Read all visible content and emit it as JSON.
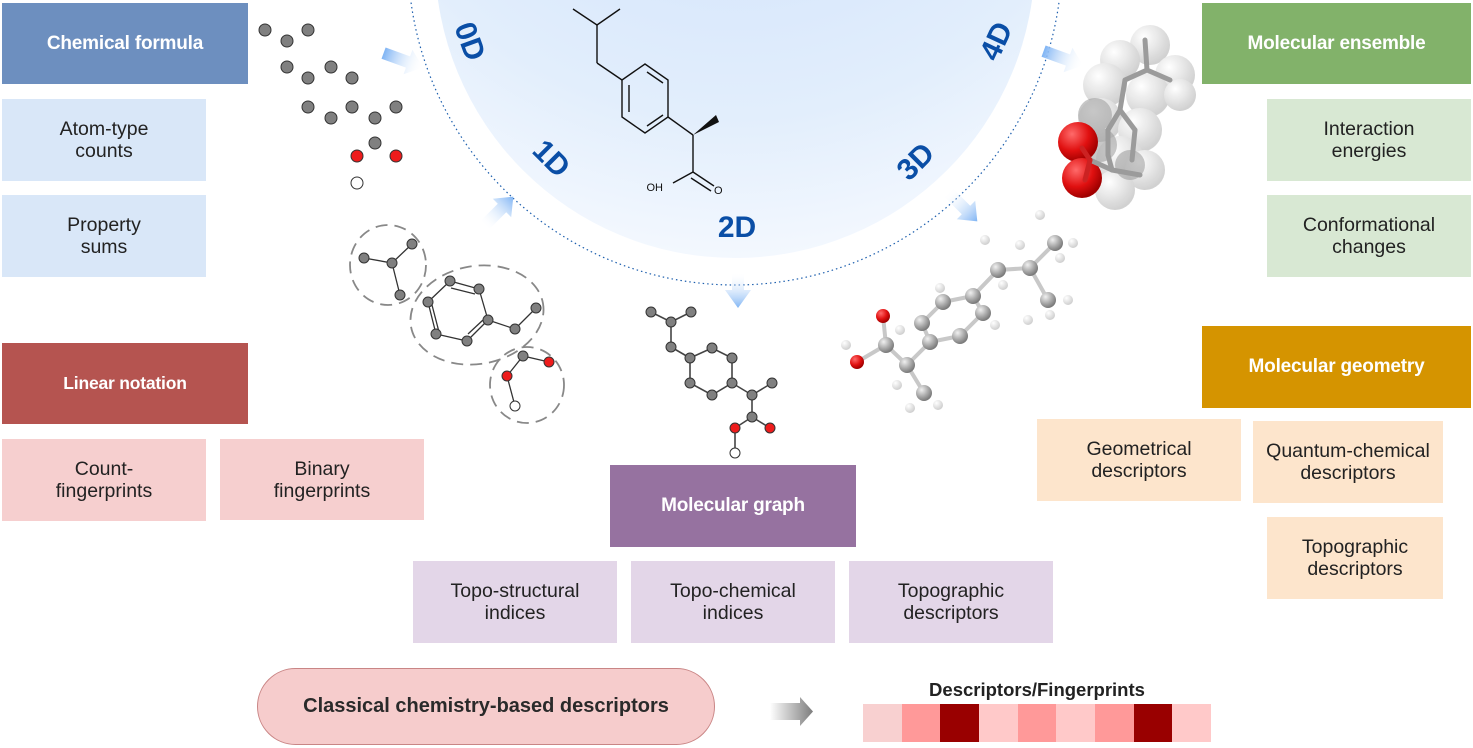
{
  "center": {
    "dimension_labels": [
      "0D",
      "1D",
      "2D",
      "3D",
      "4D"
    ],
    "skeletal_formula": {
      "oh_label": "OH",
      "o_label": "O"
    }
  },
  "colors": {
    "center_gradient_top": "#cfe2fb",
    "center_gradient_bottom": "#f4f8fe",
    "dimension_label": "#0a4ea6",
    "atom_carbon": "#808080",
    "atom_oxygen": "#ee1c1c",
    "atom_hydrogen": "#ffffff"
  },
  "categories": {
    "chemical_formula": {
      "title": "Chemical formula",
      "color": "#6d8fbf",
      "sub_color": "#d9e7f8",
      "items": [
        "Atom-type\ncounts",
        "Property\nsums"
      ]
    },
    "linear_notation": {
      "title": "Linear notation",
      "color": "#b55450",
      "sub_color": "#f6cfcf",
      "items": [
        "Count-\nfingerprints",
        "Binary\nfingerprints"
      ]
    },
    "molecular_graph": {
      "title": "Molecular graph",
      "color": "#9672a0",
      "sub_color": "#e3d6e8",
      "items": [
        "Topo-structural\nindices",
        "Topo-chemical\nindices",
        "Topographic\ndescriptors"
      ]
    },
    "molecular_geometry": {
      "title": "Molecular geometry",
      "color": "#d59400",
      "sub_color": "#fde5cc",
      "items": [
        "Geometrical\ndescriptors",
        "Quantum-chemical\ndescriptors",
        "Topographic\ndescriptors"
      ]
    },
    "molecular_ensemble": {
      "title": "Molecular ensemble",
      "color": "#82b26a",
      "sub_color": "#d8e8d3",
      "items": [
        "Interaction\nenergies",
        "Conformational\nchanges"
      ]
    }
  },
  "footer": {
    "pill_label": "Classical chemistry-based descriptors",
    "arrow_icon": "right-arrow-icon",
    "fingerprint_title": "Descriptors/Fingerprints",
    "fingerprint_cells": [
      "#f8d0d0",
      "#ff9999",
      "#990000",
      "#ffc9c9",
      "#ff9999",
      "#ffc9c9",
      "#ff9999",
      "#990000",
      "#ffc9c9"
    ]
  }
}
